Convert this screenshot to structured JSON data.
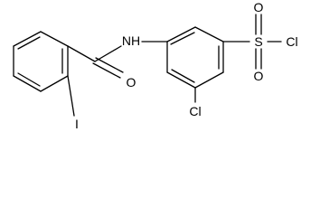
{
  "molecule": {
    "atoms": {
      "nh": "NH",
      "carbonyl_o": "O",
      "iodine": "I",
      "chlorine_ring": "Cl",
      "sulfur": "S",
      "sulfonyl_o_top": "O",
      "sulfonyl_o_bottom": "O",
      "chlorine_sulfonyl": "Cl"
    }
  }
}
